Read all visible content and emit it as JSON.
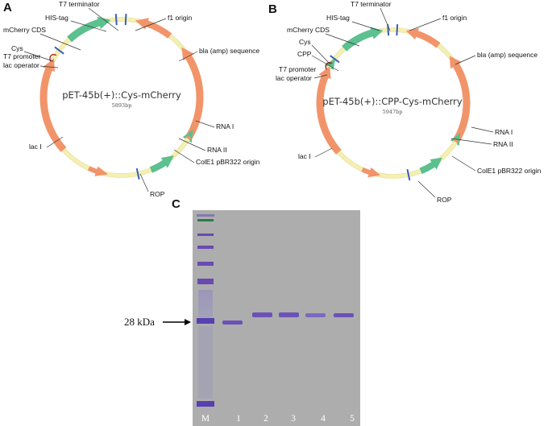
{
  "panel_a": {
    "letter": "A",
    "name": "pET-45b(+)::Cys-mCherry",
    "size": "5893bp",
    "labels": {
      "t7_terminator": "T7 terminator",
      "his_tag": "HIS-tag",
      "f1_origin": "f1 origin",
      "mcherry_cds": "mCherry CDS",
      "bla": "bla (amp) sequence",
      "cys": "Cys",
      "t7_promoter": "T7 promoter",
      "lac_operator": "lac operator",
      "rna1": "RNA I",
      "rna2": "RNA II",
      "cole1": "ColE1 pBR322 origin",
      "lac1": "lac I",
      "rop": "ROP"
    }
  },
  "panel_b": {
    "letter": "B",
    "name": "pET-45b(+)::CPP-Cys-mCherry",
    "size": "5947bp",
    "labels": {
      "t7_terminator": "T7 terminator",
      "his_tag": "HIS-tag",
      "f1_origin": "f1 origin",
      "mcherry_cds": "mCherry CDS",
      "bla": "bla (amp) sequence",
      "cys": "Cys",
      "cpp": "CPP",
      "t7_promoter": "T7 promoter",
      "lac_operator": "lac operator",
      "rna1": "RNA I",
      "rna2": "RNA II",
      "cole1": "ColE1 pBR322 origin",
      "lac1": "lac I",
      "rop": "ROP"
    }
  },
  "panel_c": {
    "letter": "C",
    "marker_label": "28 kDa",
    "lanes": [
      "M",
      "1",
      "2",
      "3",
      "4",
      "5"
    ]
  },
  "colors": {
    "backbone": "#f4f0b4",
    "orange_feature": "#f2946a",
    "green_feature": "#5cc08f",
    "blue_site": "#3a5fb8",
    "promoter_red": "#9a1a1a",
    "gel": "#adadad",
    "band": "#6a52b8"
  }
}
